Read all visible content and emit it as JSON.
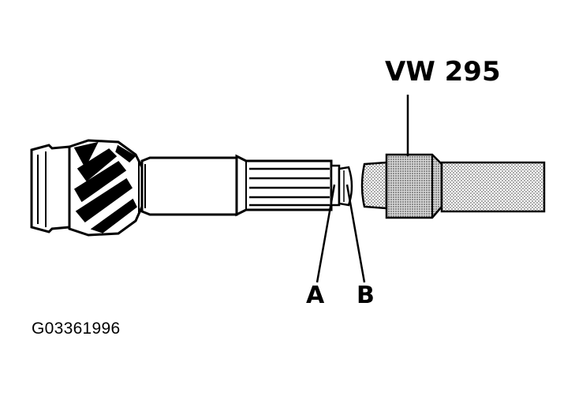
{
  "labels": {
    "tool": "VW 295",
    "callout_a": "A",
    "callout_b": "B"
  },
  "figure_id": "G03361996",
  "colors": {
    "ink": "#000000",
    "paper": "#ffffff",
    "stipple": "#cfcfcf"
  }
}
